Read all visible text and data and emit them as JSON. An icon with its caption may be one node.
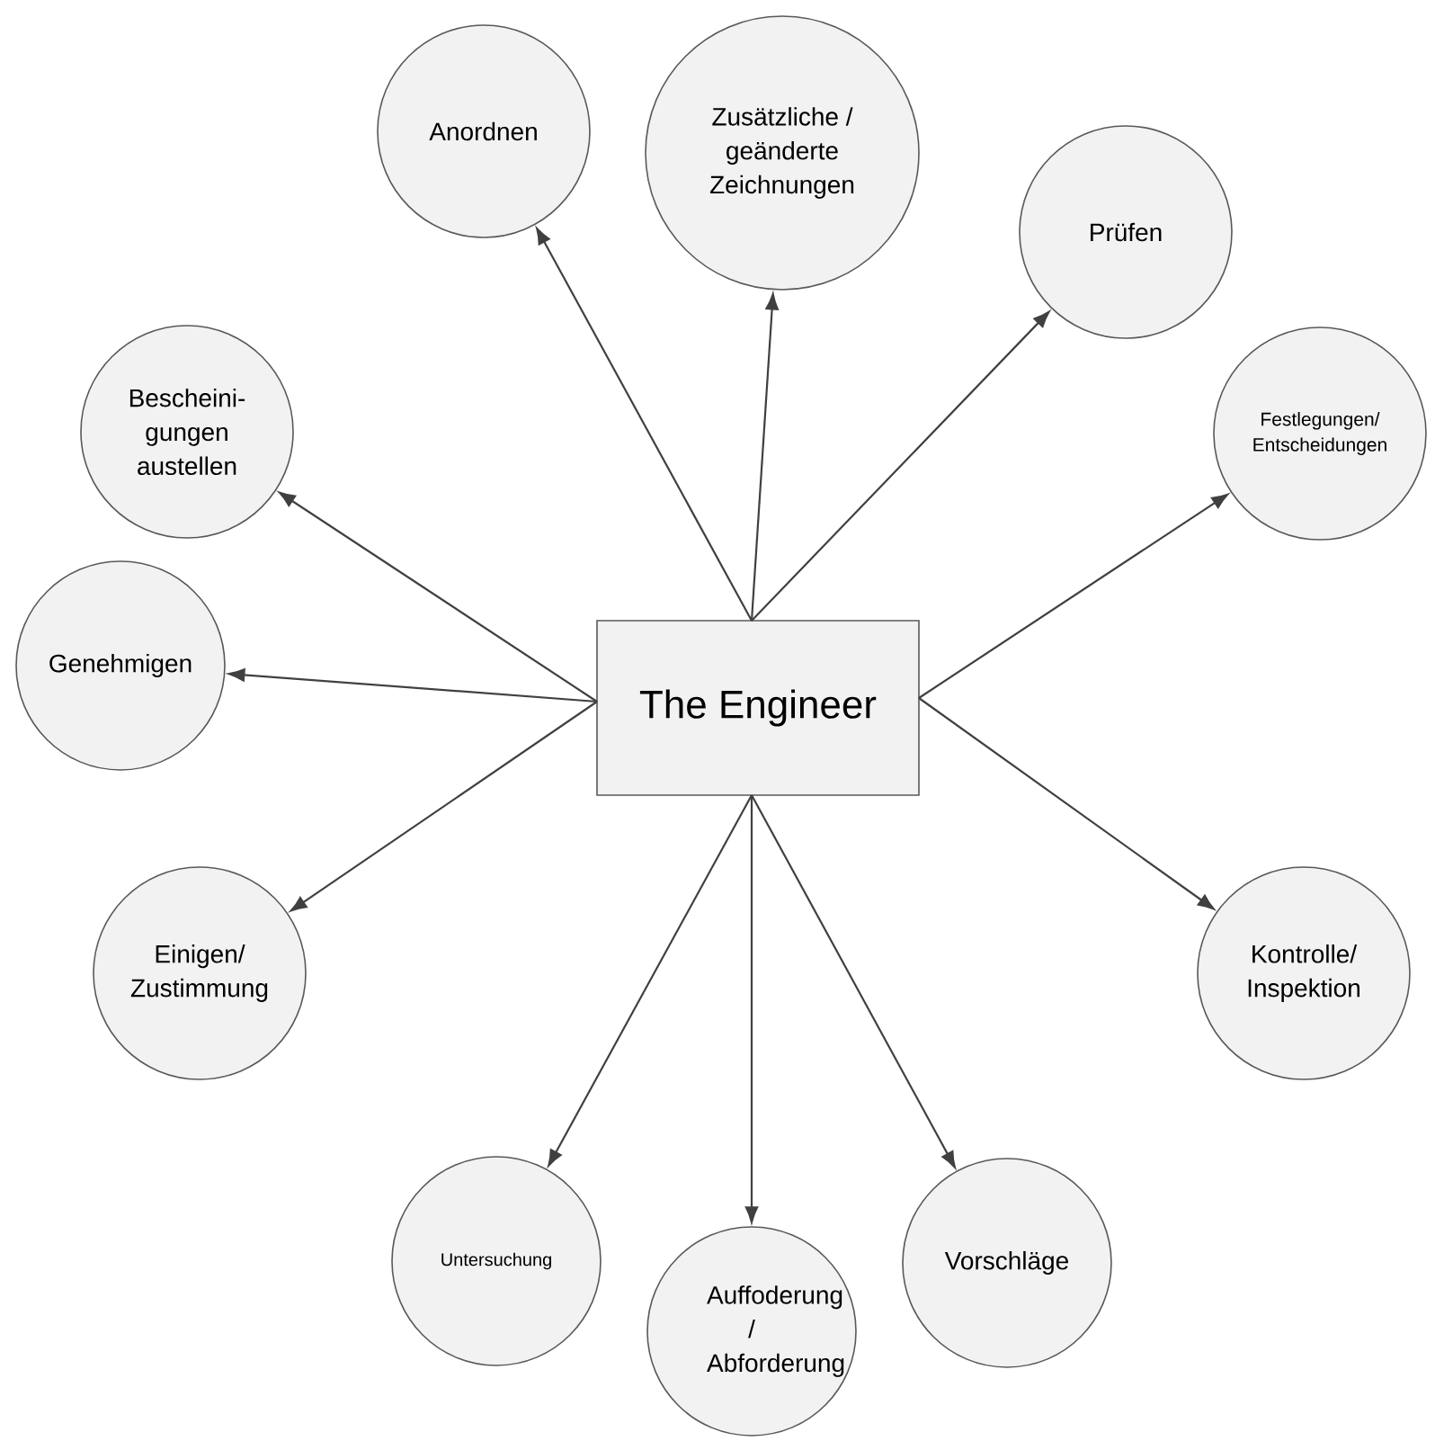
{
  "diagram": {
    "nodes": [
      {
        "text": [
          "The Engineer"
        ]
      },
      {
        "text": [
          "Anordnen"
        ]
      },
      {
        "text": [
          "Zusätzliche / geänderte Zeichnungen"
        ]
      },
      {
        "text": [
          "Prüfen"
        ]
      },
      {
        "text": [
          "Bescheini- gungen austellen"
        ]
      },
      {
        "text": [
          "Festlegungen/ Entscheidungen"
        ]
      },
      {
        "text": [
          "Genehmigen"
        ]
      },
      {
        "text": [
          "Einigen/ Zustimmung"
        ]
      },
      {
        "text": [
          "Kontrolle/ Inspektion"
        ]
      },
      {
        "text": [
          "Untersuchung"
        ]
      },
      {
        "text": [
          "Auffoderung / Abforderung"
        ]
      },
      {
        "text": [
          "Vorschläge"
        ]
      }
    ],
    "edges": [
      {
        "from": 0,
        "to": 1,
        "arrow": "to"
      },
      {
        "from": 0,
        "to": 2,
        "arrow": "to"
      },
      {
        "from": 0,
        "to": 3,
        "arrow": "to"
      },
      {
        "from": 0,
        "to": 4,
        "arrow": "to"
      },
      {
        "from": 0,
        "to": 5,
        "arrow": "to"
      },
      {
        "from": 0,
        "to": 6,
        "arrow": "to"
      },
      {
        "from": 0,
        "to": 7,
        "arrow": "to"
      },
      {
        "from": 0,
        "to": 8,
        "arrow": "to"
      },
      {
        "from": 0,
        "to": 9,
        "arrow": "to"
      },
      {
        "from": 0,
        "to": 10,
        "arrow": "to"
      },
      {
        "from": 0,
        "to": 11,
        "arrow": "to"
      }
    ]
  }
}
